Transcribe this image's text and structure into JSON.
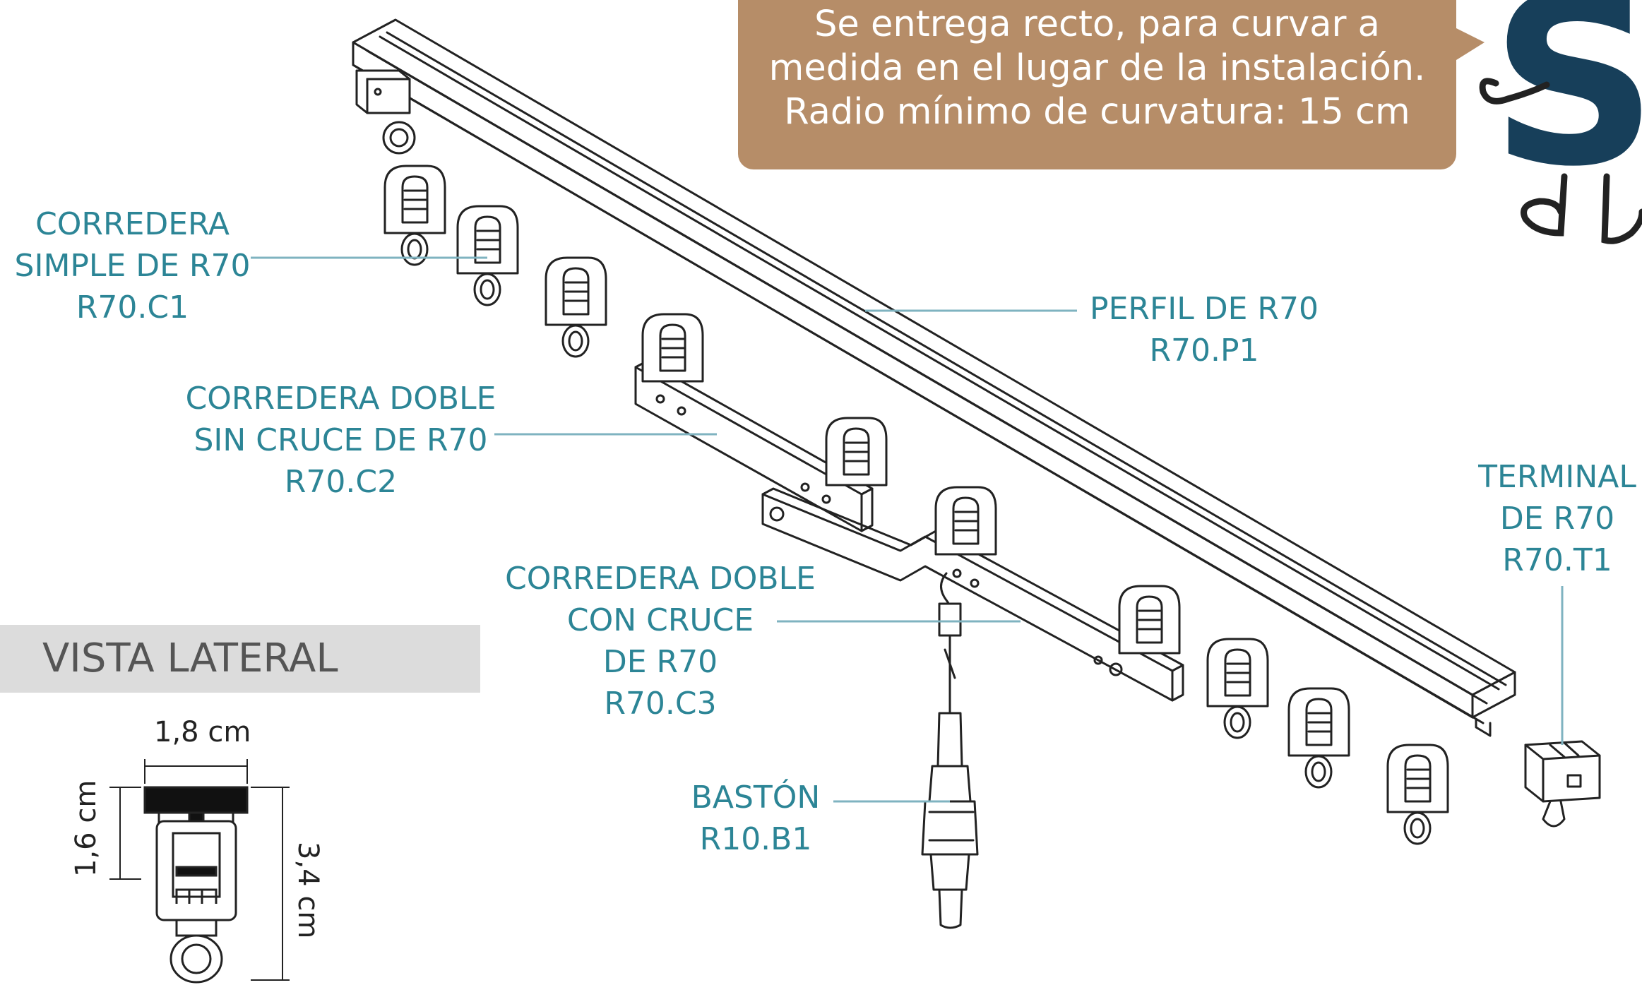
{
  "notice": {
    "lines": [
      "Se entrega recto, para curvar a",
      "medida en el lugar de la instalación.",
      "Radio mínimo de curvatura: 15 cm"
    ]
  },
  "brand": {
    "letter": "S",
    "color": "#173f5a"
  },
  "labels": {
    "c1": [
      "CORREDERA",
      "SIMPLE DE R70",
      "R70.C1"
    ],
    "p1": [
      "PERFIL DE R70",
      "R70.P1"
    ],
    "c2": [
      "CORREDERA DOBLE",
      "SIN CRUCE DE R70",
      "R70.C2"
    ],
    "t1": [
      "TERMINAL",
      "DE R70",
      "R70.T1"
    ],
    "c3": [
      "CORREDERA DOBLE",
      "CON CRUCE",
      "DE R70",
      "R70.C3"
    ],
    "b1": [
      "BASTÓN",
      "R10.B1"
    ]
  },
  "side_view": {
    "title": "VISTA LATERAL",
    "width_label": "1,8 cm",
    "profile_height_label": "1,6 cm",
    "total_height_label": "3,4 cm"
  },
  "colors": {
    "label_teal": "#2c8596",
    "bubble_tan": "#b68d68",
    "leader_line": "#7fb3c0",
    "drawing_stroke": "#222222"
  }
}
